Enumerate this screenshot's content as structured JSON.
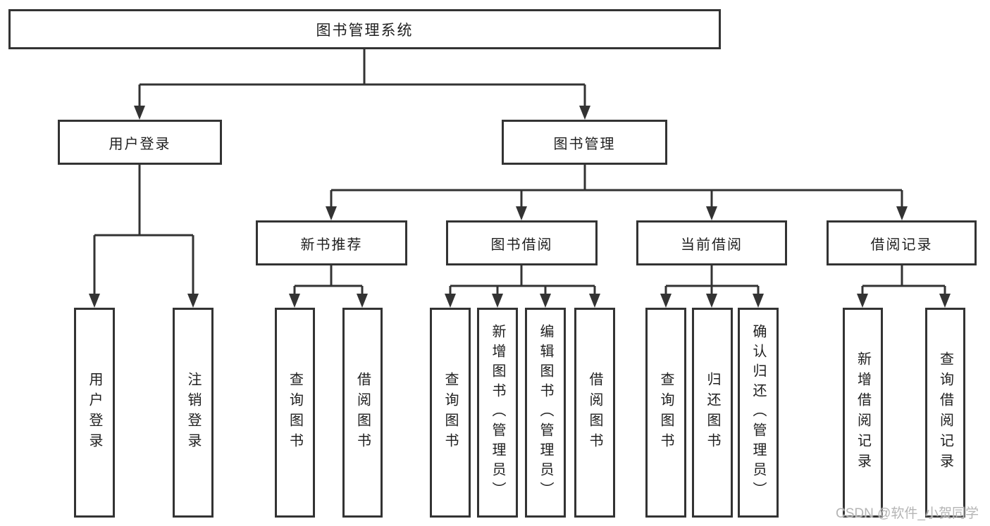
{
  "diagram_title": "图书管理系统",
  "nodes": {
    "root": "图书管理系统",
    "user_login": "用户登录",
    "book_management": "图书管理",
    "new_book_rec": "新书推荐",
    "book_borrow": "图书借阅",
    "current_borrow": "当前借阅",
    "borrow_records": "借阅记录",
    "leaf_user_login": "用户登录",
    "leaf_logout": "注销登录",
    "leaf_query_book_a": "查询图书",
    "leaf_borrow_book_a": "借阅图书",
    "leaf_query_book_b": "查询图书",
    "leaf_add_book_admin": "新增图书（管理员）",
    "leaf_edit_book_admin": "编辑图书（管理员）",
    "leaf_borrow_book_b": "借阅图书",
    "leaf_query_book_c": "查询图书",
    "leaf_return_book": "归还图书",
    "leaf_confirm_return_admin": "确认归还（管理员）",
    "leaf_add_borrow_record": "新增借阅记录",
    "leaf_query_borrow_record": "查询借阅记录"
  },
  "hierarchy": {
    "图书管理系统": {
      "用户登录": [
        "用户登录",
        "注销登录"
      ],
      "图书管理": {
        "新书推荐": [
          "查询图书",
          "借阅图书"
        ],
        "图书借阅": [
          "查询图书",
          "新增图书（管理员）",
          "编辑图书（管理员）",
          "借阅图书"
        ],
        "当前借阅": [
          "查询图书",
          "归还图书",
          "确认归还（管理员）"
        ],
        "借阅记录": [
          "新增借阅记录",
          "查询借阅记录"
        ]
      }
    }
  },
  "watermark": "CSDN @软件_小贺同学",
  "colors": {
    "line": "#333333",
    "box_border": "#333333",
    "box_fill": "#ffffff",
    "text": "#1f1f1f",
    "background": "#ffffff",
    "watermark": "#b5b5b5"
  }
}
